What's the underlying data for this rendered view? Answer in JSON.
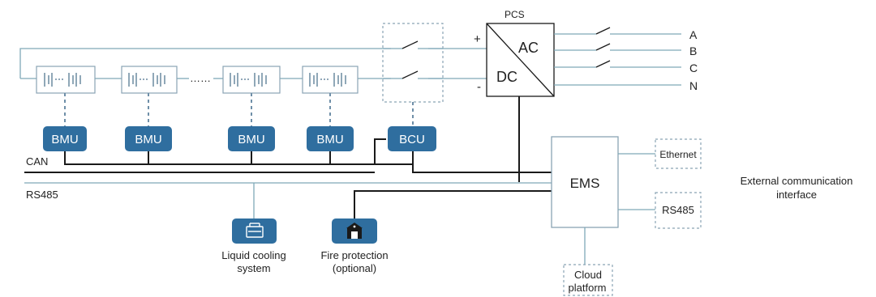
{
  "labels": {
    "pcs": "PCS",
    "ac": "AC",
    "dc": "DC",
    "plus": "+",
    "minus": "-",
    "phase_a": "A",
    "phase_b": "B",
    "phase_c": "C",
    "phase_n": "N",
    "bmu1": "BMU",
    "bmu2": "BMU",
    "bmu3": "BMU",
    "bmu4": "BMU",
    "bcu": "BCU",
    "ellipsis": "……",
    "can": "CAN",
    "rs485_bus": "RS485",
    "ems": "EMS",
    "ethernet": "Ethernet",
    "rs485_port": "RS485",
    "cloud_line1": "Cloud",
    "cloud_line2": "platform",
    "ext_line1": "External communication",
    "ext_line2": "interface",
    "cooling_line1": "Liquid cooling",
    "cooling_line2": "system",
    "fire_line1": "Fire protection",
    "fire_line2": "(optional)"
  },
  "colors": {
    "node_blue": "#2f6e9f",
    "wire": "#7fa9b8",
    "bus": "#1a1a1a"
  },
  "icons": {
    "cooling": "liquid-cooling-icon",
    "fire": "fire-protection-icon",
    "battery": "battery-cells-icon",
    "switch": "breaker-switch-icon"
  }
}
